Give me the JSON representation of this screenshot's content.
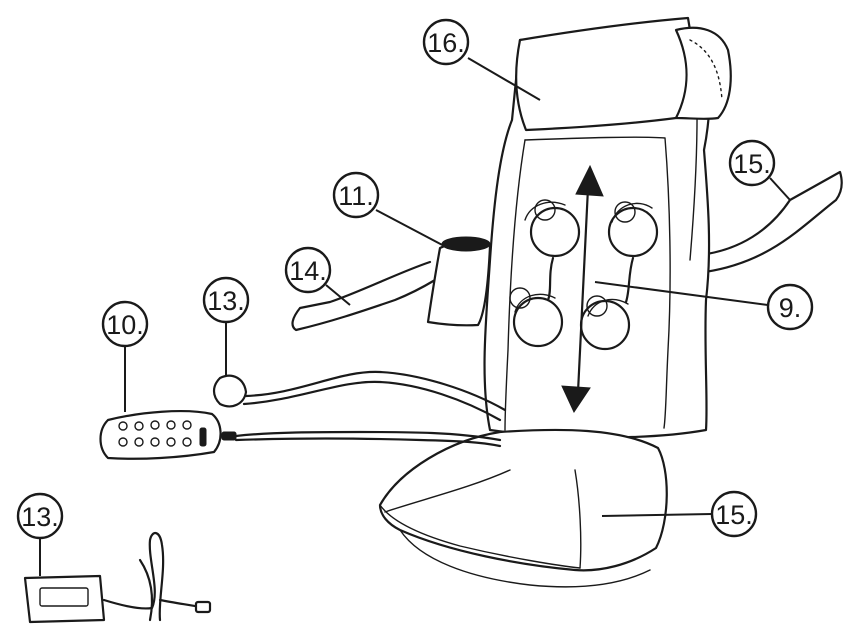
{
  "callouts": [
    {
      "id": "c16",
      "label": "16."
    },
    {
      "id": "c15-strap",
      "label": "15."
    },
    {
      "id": "c11",
      "label": "11."
    },
    {
      "id": "c14",
      "label": "14."
    },
    {
      "id": "c13-plug",
      "label": "13."
    },
    {
      "id": "c10",
      "label": "10."
    },
    {
      "id": "c9",
      "label": "9."
    },
    {
      "id": "c13-adapter",
      "label": "13."
    },
    {
      "id": "c15-seat",
      "label": "15."
    }
  ],
  "colors": {
    "line": "#1a1a1a",
    "background": "#ffffff"
  }
}
